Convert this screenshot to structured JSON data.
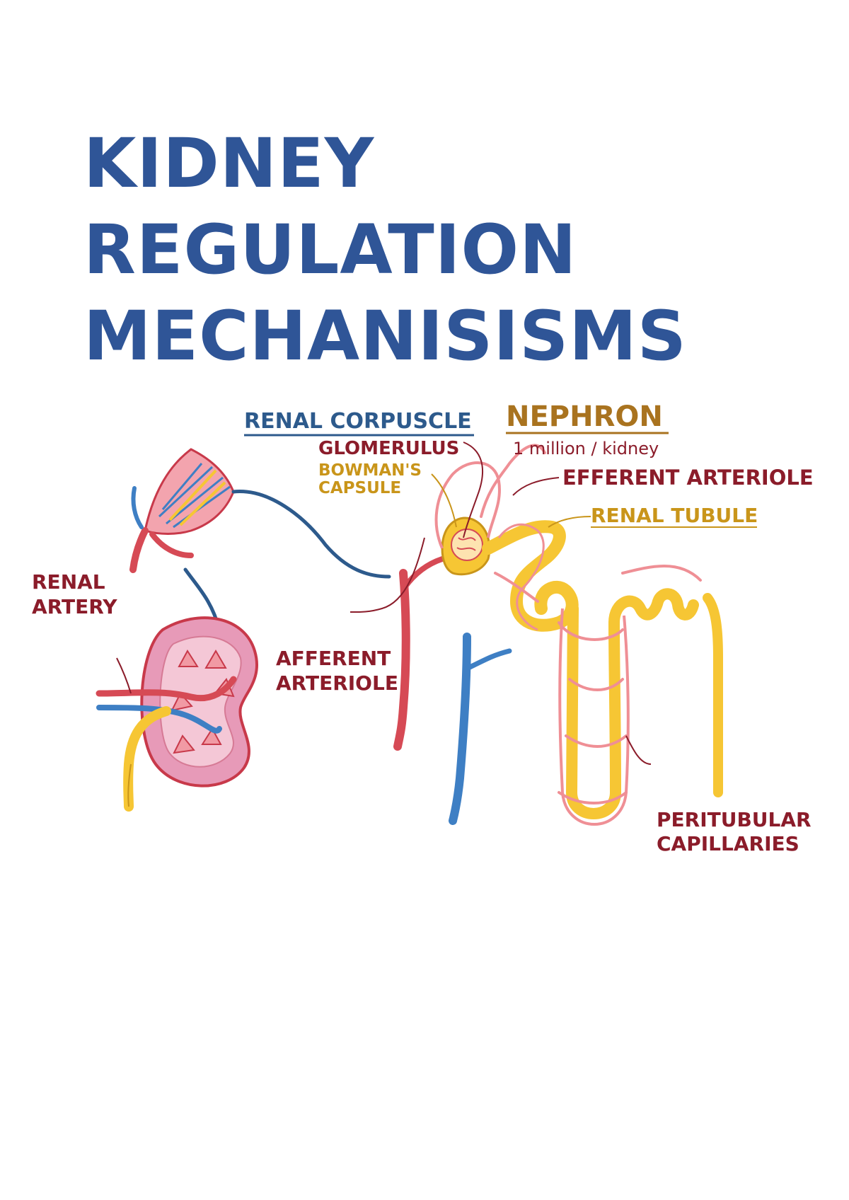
{
  "document": {
    "title_lines": [
      "KIDNEY",
      "REGULATION",
      "MECHANISISMS"
    ]
  },
  "figure": {
    "labels": {
      "renal_corpuscle": "RENAL CORPUSCLE",
      "nephron": "NEPHRON",
      "nephron_count": "1 million / kidney",
      "glomerulus": "GLOMERULUS",
      "bowmans_capsule_line1": "BOWMAN'S",
      "bowmans_capsule_line2": "CAPSULE",
      "efferent_arteriole": "EFFERENT ARTERIOLE",
      "renal_tubule": "RENAL TUBULE",
      "renal_artery_line1": "RENAL",
      "renal_artery_line2": "ARTERY",
      "afferent_arteriole_line1": "AFFERENT",
      "afferent_arteriole_line2": "ARTERIOLE",
      "peritubular_line1": "PERITUBULAR",
      "peritubular_line2": "CAPILLARIES"
    },
    "colors": {
      "title_blue": "#2f5597",
      "label_maroon": "#8b1c2a",
      "label_gold": "#c9951a",
      "label_blue": "#2d5a8c",
      "nephron_brown": "#a9731f",
      "artery_red": "#d64a55",
      "vein_blue": "#3e7fc4",
      "tubule_yellow": "#f6c634",
      "capillary_pink": "#ef8f95",
      "kidney_pink": "#e79ab8"
    }
  }
}
